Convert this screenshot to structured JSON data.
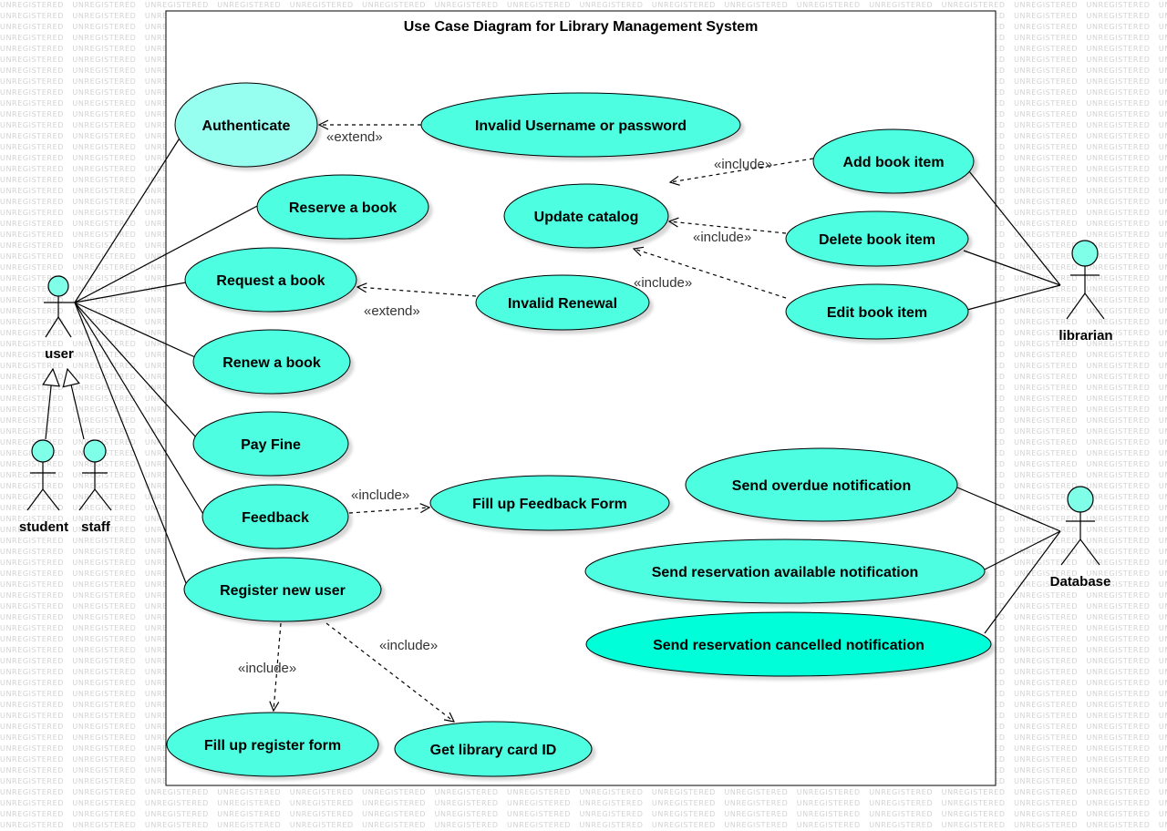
{
  "watermark_text": "UNREGISTERED",
  "colors": {
    "usecase_fill": "#4dffe0",
    "usecase_fill_light": "#96fff0",
    "usecase_fill_strong": "#00ffd8",
    "actor_fill": "#80ffe8",
    "stroke": "#000000",
    "watermark": "#d2d2d2"
  },
  "diagram": {
    "title": "Use Case Diagram for Library Management System",
    "actors": [
      {
        "id": "user",
        "label": "user"
      },
      {
        "id": "student",
        "label": "student"
      },
      {
        "id": "staff",
        "label": "staff"
      },
      {
        "id": "librarian",
        "label": "librarian"
      },
      {
        "id": "database",
        "label": "Database"
      }
    ],
    "use_cases": [
      {
        "id": "authenticate",
        "label": "Authenticate"
      },
      {
        "id": "invalid-login",
        "label": "Invalid Username or password"
      },
      {
        "id": "reserve",
        "label": "Reserve a book"
      },
      {
        "id": "request",
        "label": "Request a book"
      },
      {
        "id": "invalid-renewal",
        "label": "Invalid Renewal"
      },
      {
        "id": "renew",
        "label": "Renew a book"
      },
      {
        "id": "pay-fine",
        "label": "Pay Fine"
      },
      {
        "id": "feedback",
        "label": "Feedback"
      },
      {
        "id": "feedback-form",
        "label": "Fill up Feedback Form"
      },
      {
        "id": "register",
        "label": "Register new user"
      },
      {
        "id": "register-form",
        "label": "Fill up register form"
      },
      {
        "id": "card-id",
        "label": "Get library card ID"
      },
      {
        "id": "update-catalog",
        "label": "Update catalog"
      },
      {
        "id": "add-book",
        "label": "Add book item"
      },
      {
        "id": "delete-book",
        "label": "Delete book item"
      },
      {
        "id": "edit-book",
        "label": "Edit book item"
      },
      {
        "id": "overdue",
        "label": "Send overdue notification"
      },
      {
        "id": "res-available",
        "label": "Send reservation available notification"
      },
      {
        "id": "res-cancelled",
        "label": "Send reservation cancelled notification"
      }
    ],
    "relations": [
      {
        "id": "ext-login",
        "from": "invalid-login",
        "to": "authenticate",
        "label": "«extend»"
      },
      {
        "id": "ext-renewal",
        "from": "invalid-renewal",
        "to": "request",
        "label": "«extend»"
      },
      {
        "id": "inc-add",
        "from": "add-book",
        "to": "update-catalog",
        "label": "«include»"
      },
      {
        "id": "inc-delete",
        "from": "delete-book",
        "to": "update-catalog",
        "label": "«include»"
      },
      {
        "id": "inc-edit",
        "from": "edit-book",
        "to": "update-catalog",
        "label": "«include»"
      },
      {
        "id": "inc-feedback",
        "from": "feedback",
        "to": "feedback-form",
        "label": "«include»"
      },
      {
        "id": "inc-regform",
        "from": "register",
        "to": "register-form",
        "label": "«include»"
      },
      {
        "id": "inc-cardid",
        "from": "register",
        "to": "card-id",
        "label": "«include»"
      }
    ]
  }
}
